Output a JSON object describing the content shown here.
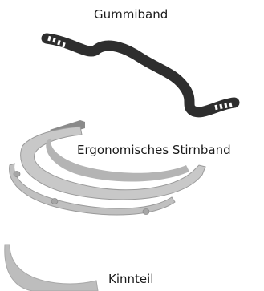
{
  "labels": {
    "gummiband": "Gummiband",
    "stirnband": "Ergonomisches Stirnband",
    "kinnteil": "Kinnteil"
  },
  "colors": {
    "band": "#2e2e2e",
    "band_slot": "#ffffff",
    "headband_fill": "#c8c8c8",
    "headband_edge": "#9a9a9a",
    "headband_dark": "#8a8a8a",
    "chin_fill": "#bdbdbd",
    "text": "#1a1a1a"
  }
}
